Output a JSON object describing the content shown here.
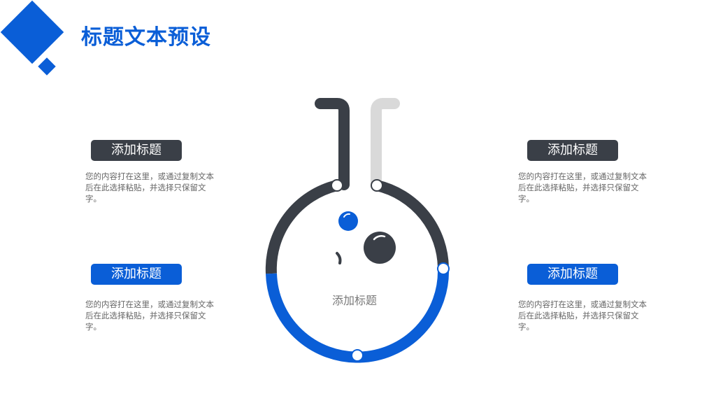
{
  "header": {
    "title": "标题文本预设"
  },
  "blocks": [
    {
      "title": "添加标题",
      "text": "您的内容打在这里，或通过复制文本后在此选择粘贴，并选择只保留文字。"
    },
    {
      "title": "添加标题",
      "text": "您的内容打在这里，或通过复制文本后在此选择粘贴，并选择只保留文字。"
    },
    {
      "title": "添加标题",
      "text": "您的内容打在这里，或通过复制文本后在此选择粘贴，并选择只保留文字。"
    },
    {
      "title": "添加标题",
      "text": "您的内容打在这里，或通过复制文本后在此选择粘贴，并选择只保留文字。"
    }
  ],
  "flask": {
    "label": "添加标题"
  },
  "colors": {
    "accent": "#0a5ed7",
    "dark": "#3a3f47",
    "light": "#d9d9d9"
  }
}
